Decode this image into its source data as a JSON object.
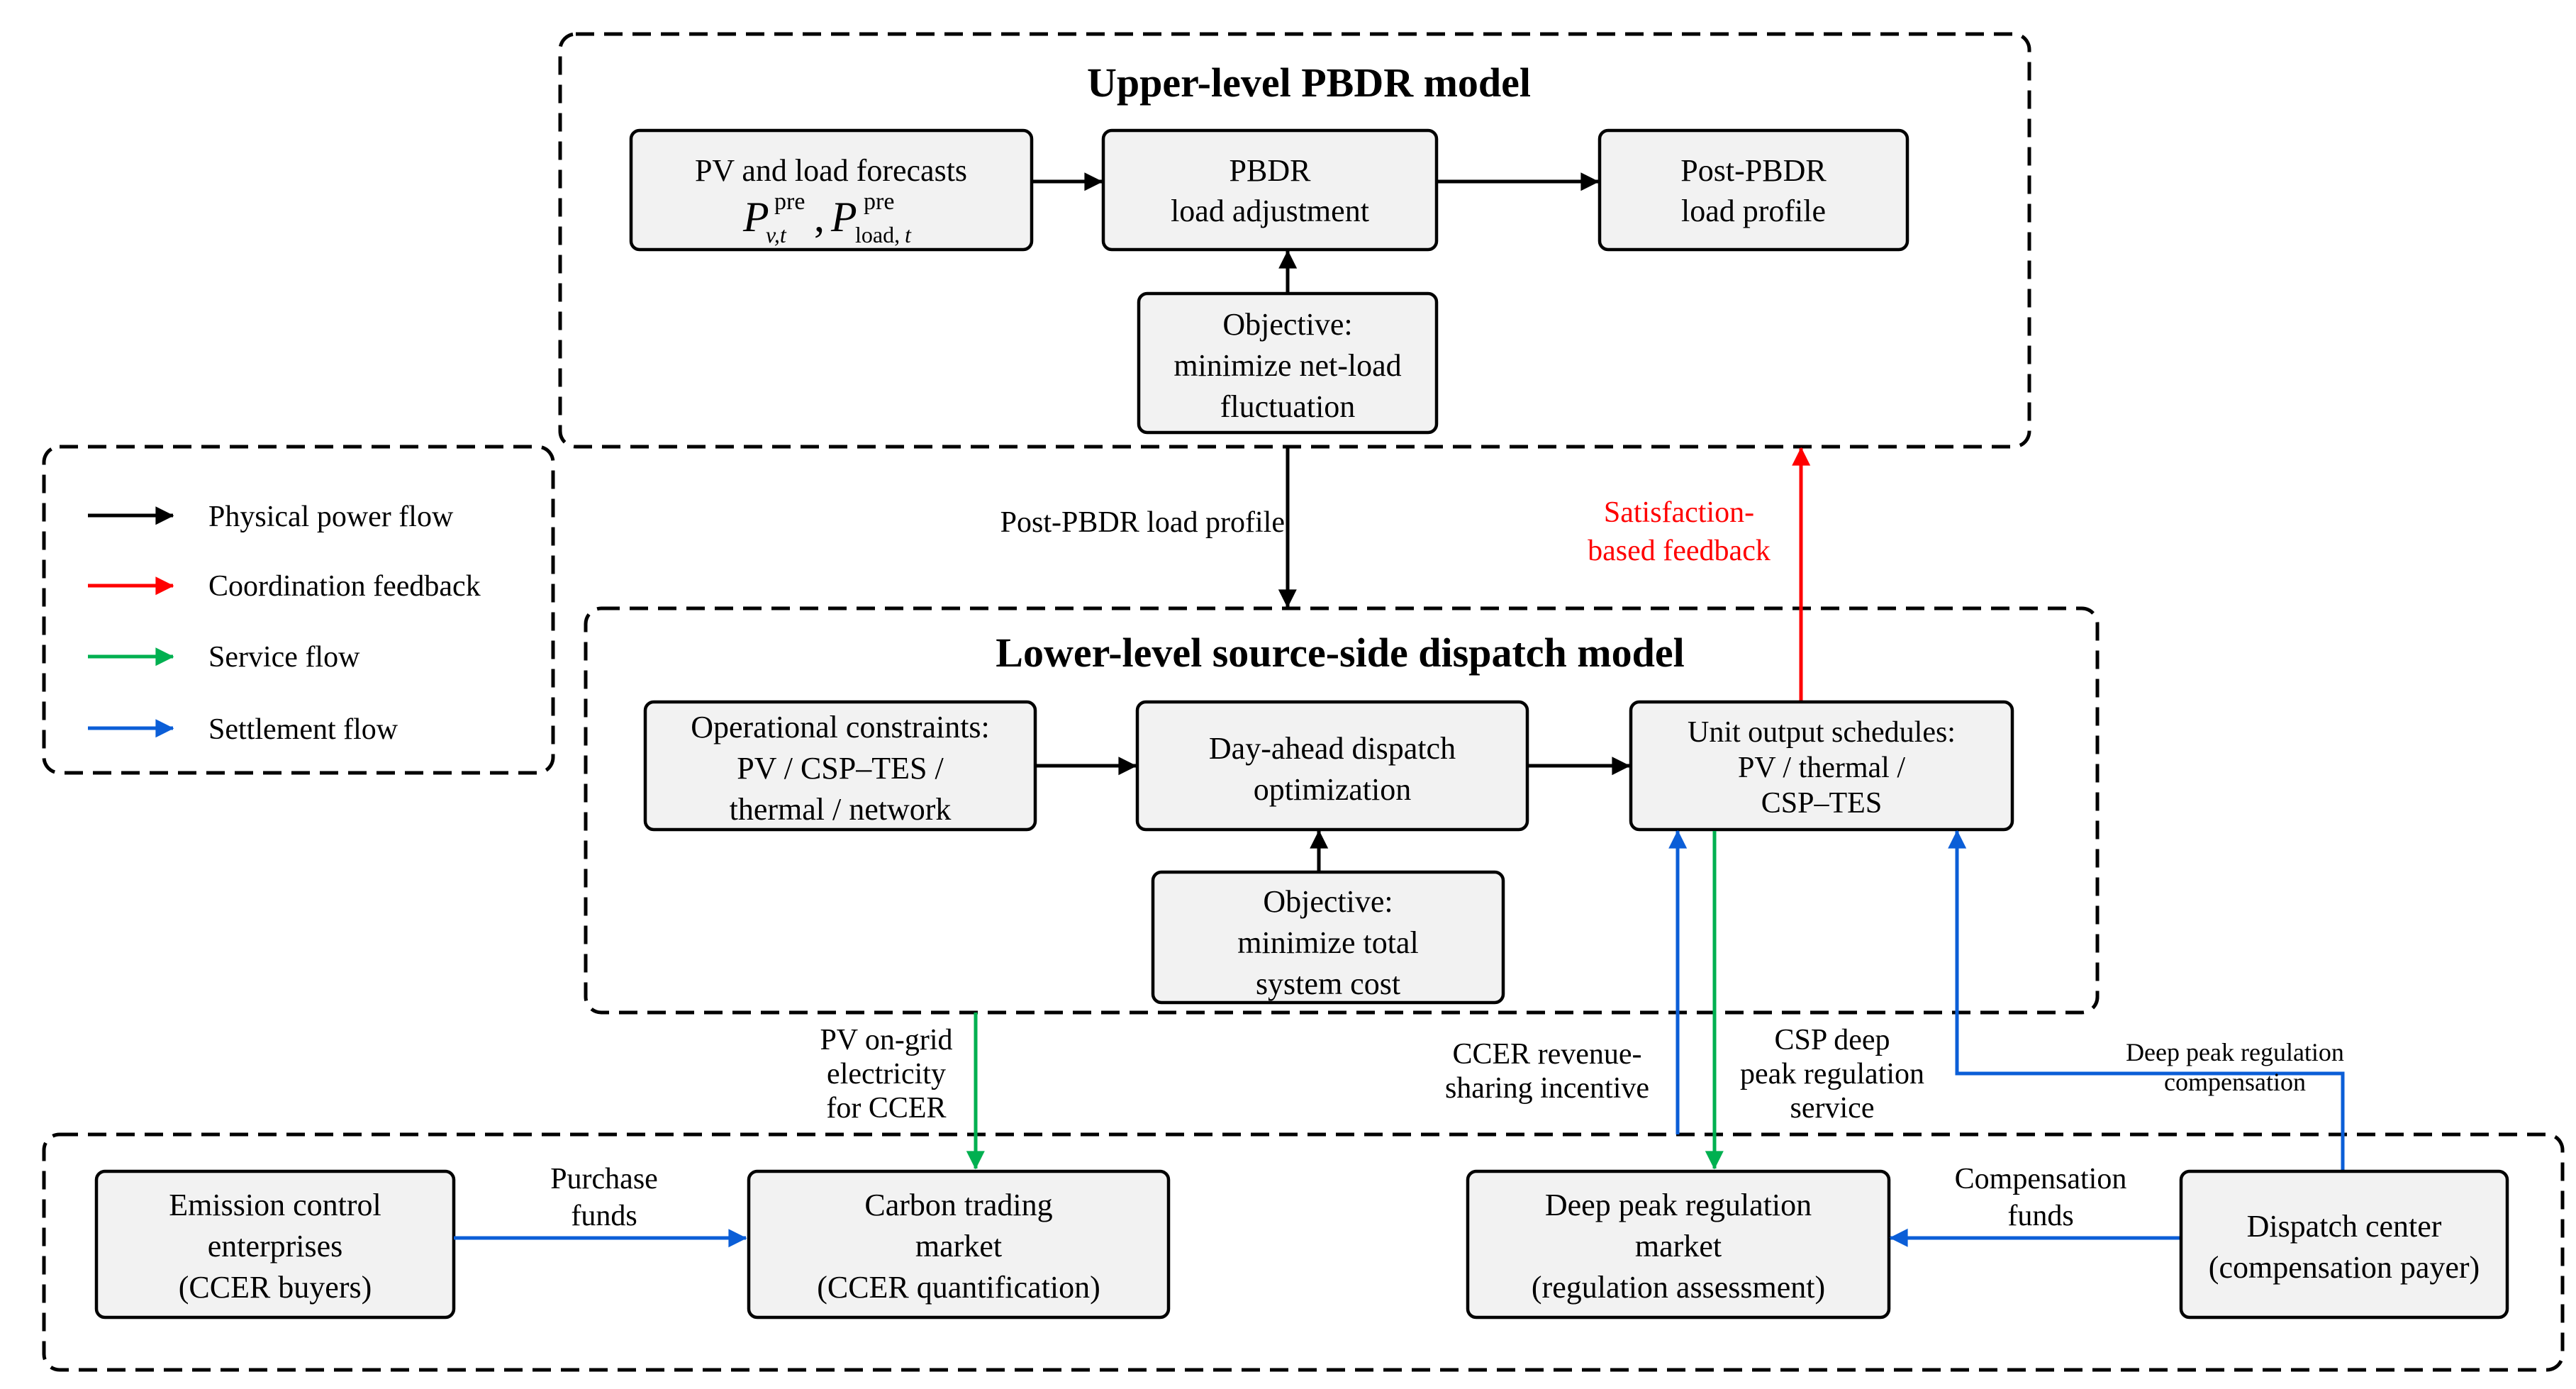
{
  "upper": {
    "title": "Upper-level PBDR model",
    "forecast_box": {
      "line1": "PV and load forecasts"
    },
    "adjust_box": {
      "line1": "PBDR",
      "line2": "load adjustment"
    },
    "profile_box": {
      "line1": "Post-PBDR",
      "line2": "load profile"
    },
    "objective_box": {
      "line1": "Objective:",
      "line2": "minimize net-load",
      "line3": "fluctuation"
    }
  },
  "math": {
    "P": "P",
    "pre": "pre",
    "vt": "v,t",
    "comma": ",",
    "load": "load,",
    "t": "t"
  },
  "between_levels": {
    "down_label": "Post-PBDR load profile",
    "feedback_line1": "Satisfaction-",
    "feedback_line2": "based feedback"
  },
  "legend": {
    "items": [
      {
        "label": "Physical power flow",
        "color": "#000000"
      },
      {
        "label": "Coordination feedback",
        "color": "#ff0000"
      },
      {
        "label": "Service flow",
        "color": "#00b050"
      },
      {
        "label": "Settlement flow",
        "color": "#0b5ed7"
      }
    ]
  },
  "lower": {
    "title": "Lower-level source-side dispatch model",
    "constraints_box": {
      "line1": "Operational constraints:",
      "line2": "PV / CSP–TES /",
      "line3": "thermal / network"
    },
    "dispatch_box": {
      "line1": "Day-ahead dispatch",
      "line2": "optimization"
    },
    "schedules_box": {
      "line1": "Unit output schedules:",
      "line2": "PV / thermal /",
      "line3": "CSP–TES"
    },
    "objective_box": {
      "line1": "Objective:",
      "line2": "minimize total",
      "line3": "system cost"
    }
  },
  "market_flows": {
    "pv_grid": {
      "line1": "PV on-grid",
      "line2": "electricity",
      "line3": "for CCER"
    },
    "ccer_incentive": {
      "line1": "CCER revenue-",
      "line2": "sharing incentive"
    },
    "csp_service": {
      "line1": "CSP deep",
      "line2": "peak regulation",
      "line3": "service"
    },
    "deep_comp": {
      "line1": "Deep peak regulation",
      "line2": "compensation"
    }
  },
  "markets": {
    "emission_box": {
      "line1": "Emission control",
      "line2": "enterprises",
      "line3": "(CCER buyers)"
    },
    "purchase": {
      "line1": "Purchase",
      "line2": "funds"
    },
    "carbon_box": {
      "line1": "Carbon trading",
      "line2": "market",
      "line3": "(CCER quantification)"
    },
    "deep_box": {
      "line1": "Deep peak regulation",
      "line2": "market",
      "line3": "(regulation assessment)"
    },
    "compensation": {
      "line1": "Compensation",
      "line2": "funds"
    },
    "dispatch_center_box": {
      "line1": "Dispatch center",
      "line2": "(compensation payer)"
    }
  },
  "colors": {
    "physical": "#000000",
    "feedback": "#ff0000",
    "service": "#00b050",
    "settlement": "#0b5ed7",
    "box_fill": "#f2f2f2"
  }
}
